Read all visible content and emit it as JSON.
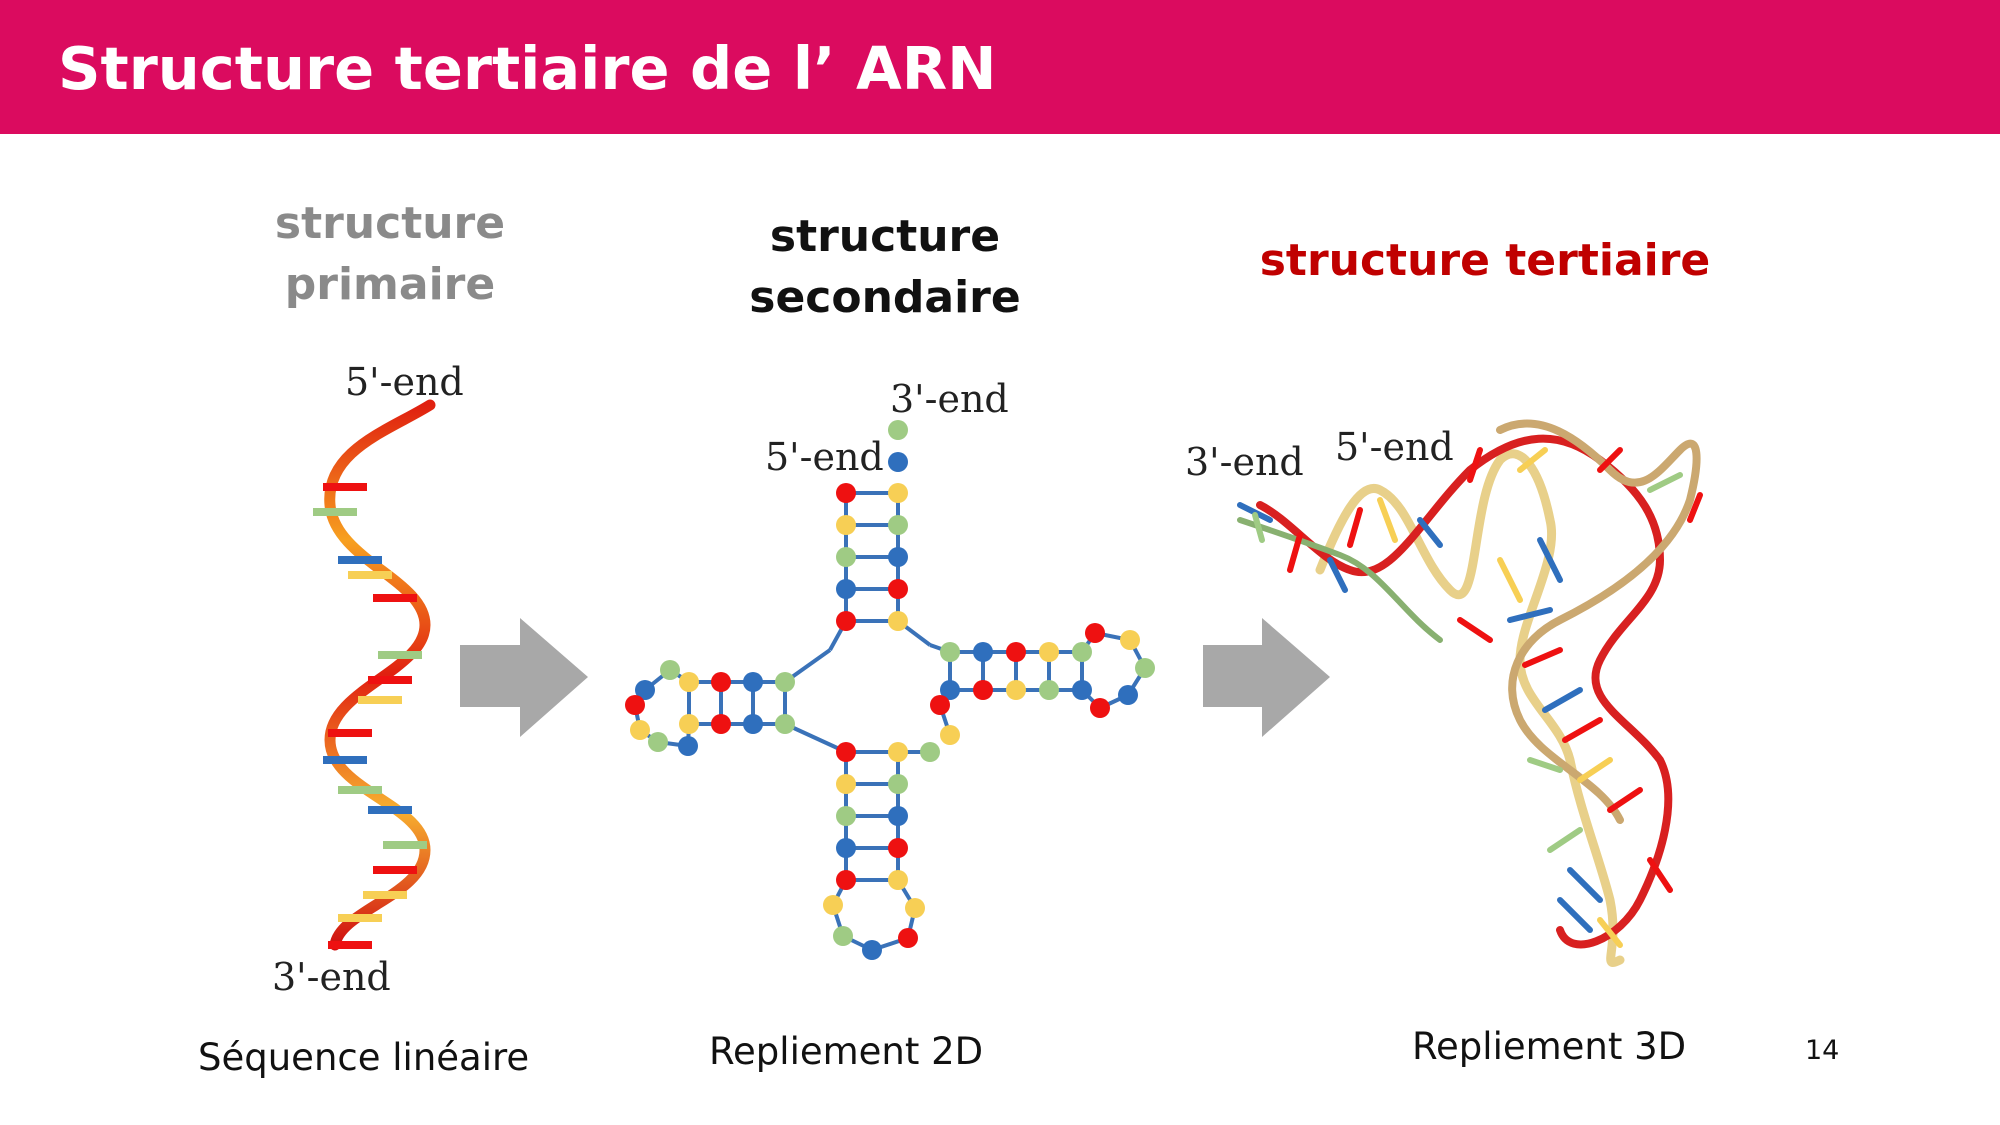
{
  "header": {
    "title": "Structure tertiaire de l’ ARN"
  },
  "columns": [
    {
      "title_line1": "structure",
      "title_line2": "primaire",
      "caption": "Séquence linéaire"
    },
    {
      "title_line1": "structure",
      "title_line2": "secondaire",
      "caption": "Repliement 2D"
    },
    {
      "title": "structure tertiaire",
      "caption": "Repliement 3D"
    }
  ],
  "labels": {
    "five_end": "5'-end",
    "three_end": "3'-end"
  },
  "page_number": "14",
  "colors": {
    "header": "#db0b5f",
    "primary_title": "#8a8a8a",
    "tertiary_title": "#c00000",
    "arrow": "#a8a8a8",
    "backbone": "#3a72b8",
    "base_red": "#ee1111",
    "base_yellow": "#f7cf55",
    "base_green": "#9fcb84",
    "base_blue": "#2f6fbd"
  }
}
